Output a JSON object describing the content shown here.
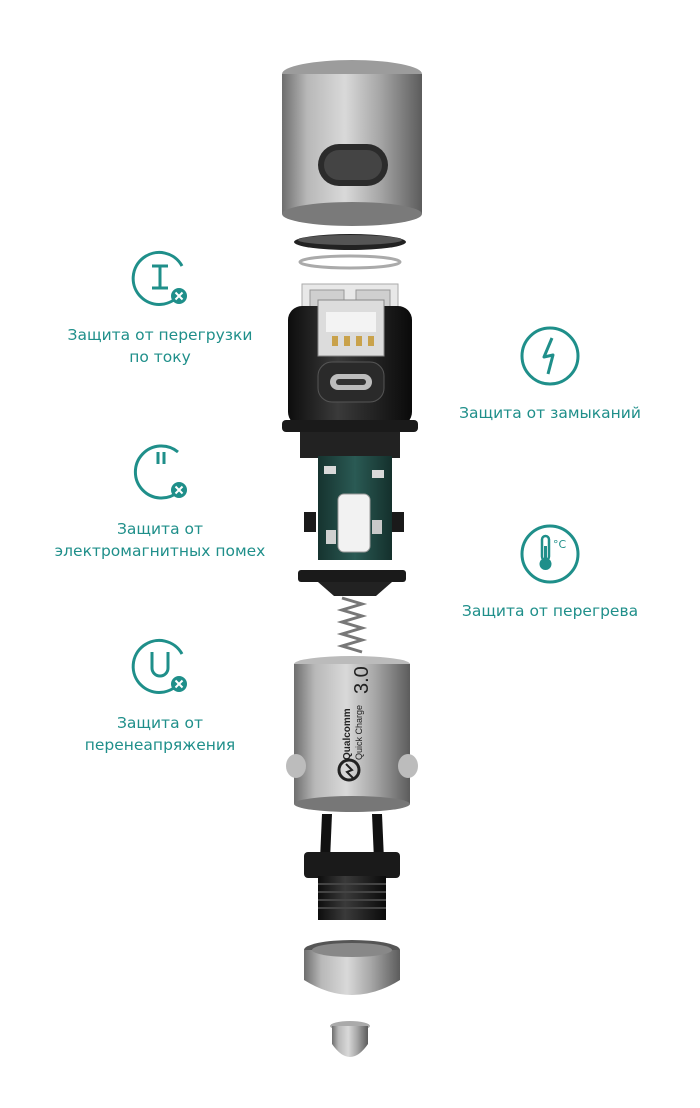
{
  "colors": {
    "accent": "#1f8f8a",
    "metal": "#9a9a9a",
    "black_plastic": "#1c1c1c",
    "pcb": "#1d4a45"
  },
  "features": {
    "overcurrent": {
      "icon": "current-i-icon",
      "lines": [
        "Защита от перегрузки",
        "по току"
      ]
    },
    "emi": {
      "icon": "power-icon",
      "lines": [
        "Защита от",
        "электромагнитных помех"
      ]
    },
    "overvoltage": {
      "icon": "voltage-u-icon",
      "lines": [
        "Защита от",
        "перенеапряжения"
      ]
    },
    "short_circuit": {
      "icon": "lightning-icon",
      "lines": [
        "Защита от замыканий"
      ]
    },
    "overheat": {
      "icon": "thermometer-icon",
      "unit": "°C",
      "lines": [
        "Защита от перегрева"
      ]
    }
  },
  "branding": {
    "qualcomm": "Qualcomm",
    "quick_charge": "Quick Charge",
    "version": "3.0"
  }
}
